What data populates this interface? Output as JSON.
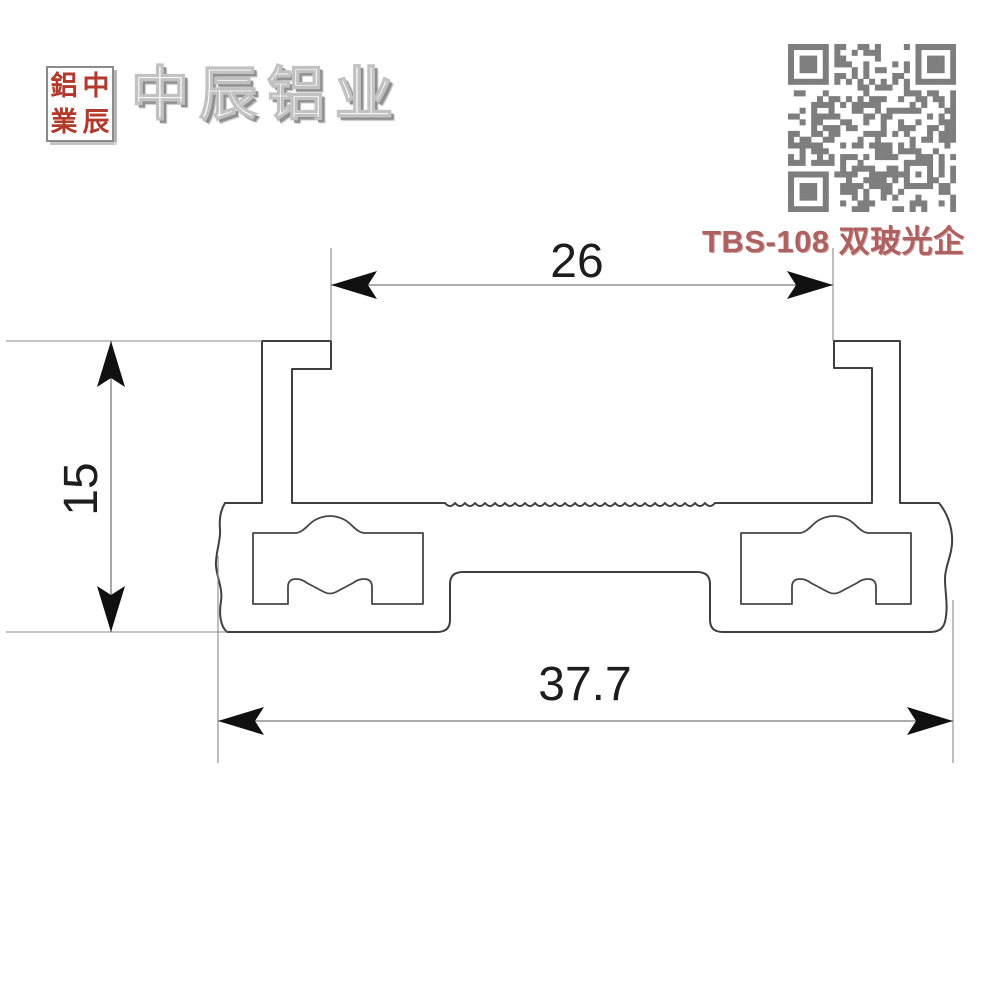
{
  "company": {
    "name": "中辰铝业",
    "seal_characters": [
      "鋁",
      "中",
      "業",
      "辰"
    ]
  },
  "product": {
    "code": "TBS-108 双玻光企"
  },
  "qr_code": {
    "modules": 29,
    "color": "#7e7e7e"
  },
  "drawing": {
    "kind": "aluminium-profile-cross-section",
    "dimensions": {
      "top_width": "26",
      "side_height": "15",
      "bottom_width": "37.7"
    }
  },
  "colors": {
    "background": "#ffffff",
    "seal_red": "#b23a2c",
    "product_code_red": "#ae6161",
    "qr_gray": "#7e7e7e",
    "outline_dark": "#3f3f3f",
    "dimension_gray": "#7a7a7a",
    "logo_shadow_gray": "#8f8f8f"
  }
}
